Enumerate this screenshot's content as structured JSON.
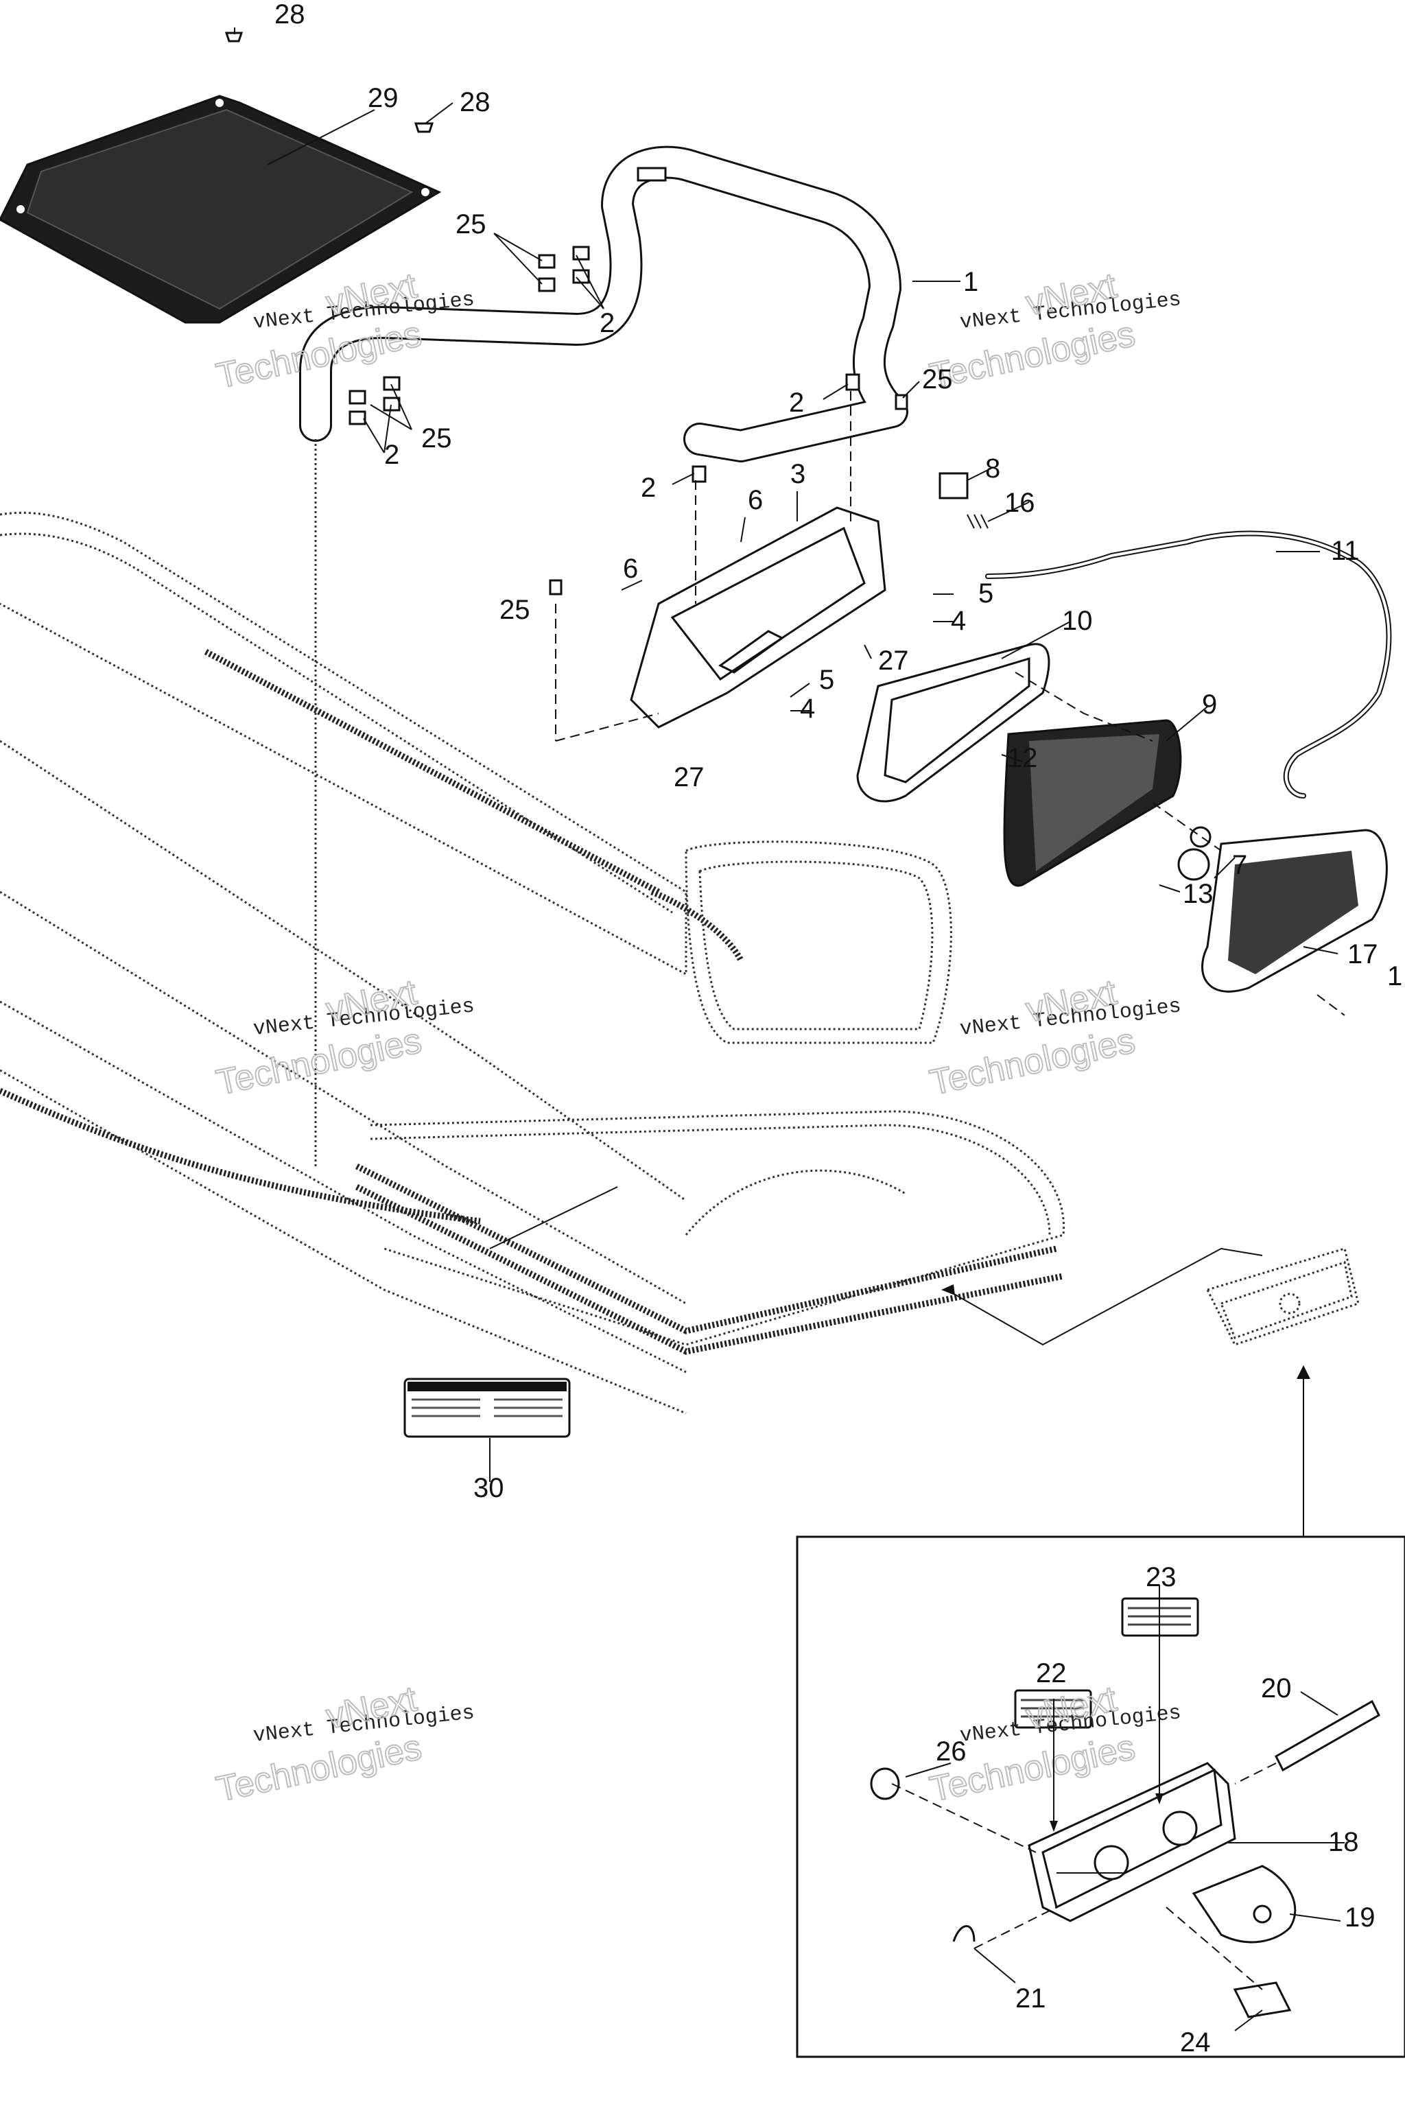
{
  "watermark": {
    "line1": "vNext Technologies",
    "line2": "vNext",
    "line3": "Technologies"
  },
  "callouts": {
    "c1": "1",
    "c1b": "1",
    "c2a": "2",
    "c2b": "2",
    "c2c": "2",
    "c2d": "2",
    "c3": "3",
    "c4a": "4",
    "c4b": "4",
    "c5a": "5",
    "c5b": "5",
    "c6a": "6",
    "c6b": "6",
    "c7": "7",
    "c8": "8",
    "c9": "9",
    "c10": "10",
    "c11": "11",
    "c12": "12",
    "c13": "13",
    "c16": "16",
    "c17": "17",
    "c18": "18",
    "c19": "19",
    "c20": "20",
    "c21": "21",
    "c22": "22",
    "c23": "23",
    "c24": "24",
    "c25a": "25",
    "c25b": "25",
    "c25c": "25",
    "c25d": "25",
    "c26": "26",
    "c27a": "27",
    "c27b": "27",
    "c28a": "28",
    "c28b": "28",
    "c29": "29",
    "c30": "30"
  },
  "icons": [
    "grab-handle-icon",
    "tail-light-icon",
    "hitch-icon",
    "bumper-icon",
    "warning-label-icon",
    "mud-flap-icon"
  ]
}
